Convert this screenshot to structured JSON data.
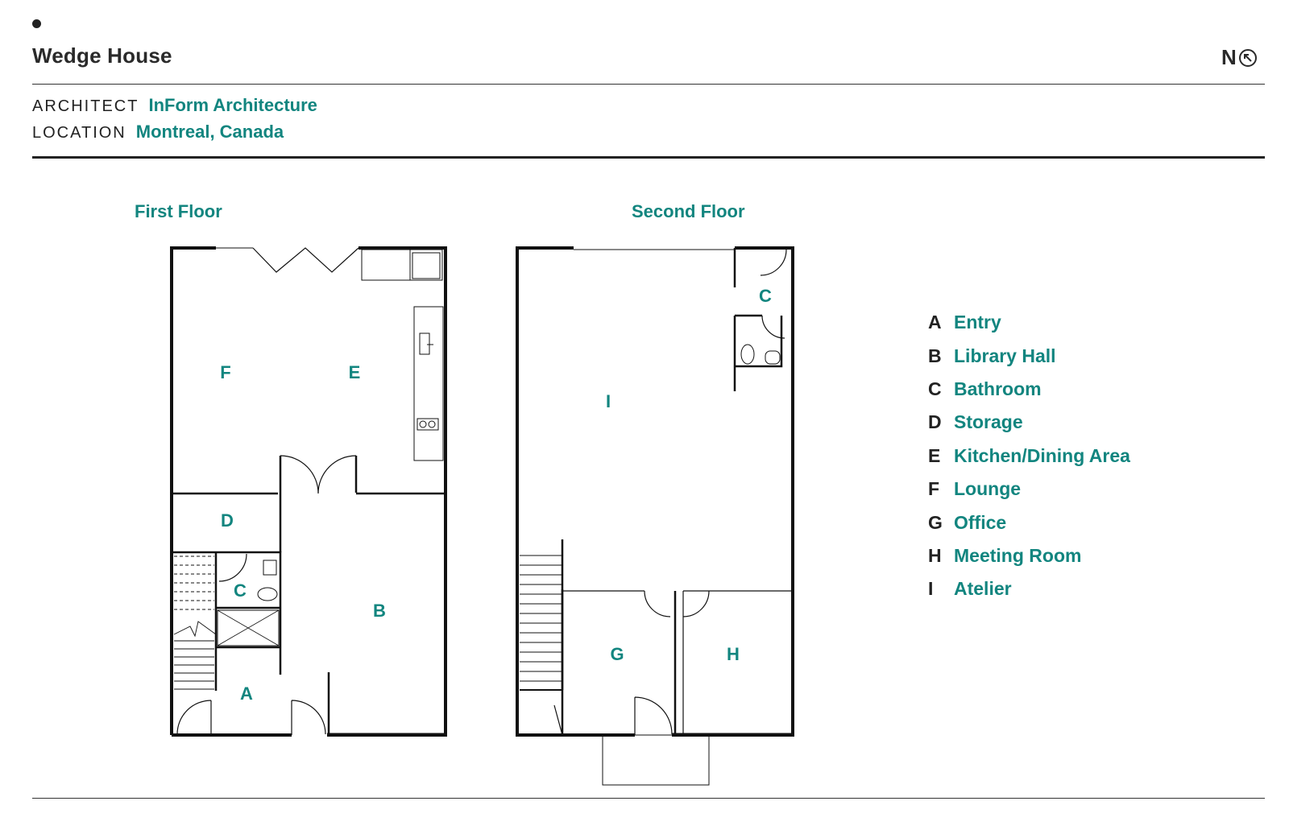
{
  "header": {
    "title": "Wedge House",
    "north_label": "N"
  },
  "meta": {
    "architect_label": "ARCHITECT",
    "architect_value": "InForm Architecture",
    "location_label": "LOCATION",
    "location_value": "Montreal, Canada"
  },
  "floors": {
    "first": {
      "title": "First Floor",
      "labels": {
        "F": "F",
        "E": "E",
        "D": "D",
        "C": "C",
        "B": "B",
        "A": "A"
      }
    },
    "second": {
      "title": "Second Floor",
      "labels": {
        "C": "C",
        "I": "I",
        "G": "G",
        "H": "H"
      }
    }
  },
  "legend": [
    {
      "letter": "A",
      "name": "Entry"
    },
    {
      "letter": "B",
      "name": "Library Hall"
    },
    {
      "letter": "C",
      "name": "Bathroom"
    },
    {
      "letter": "D",
      "name": "Storage"
    },
    {
      "letter": "E",
      "name": "Kitchen/Dining Area"
    },
    {
      "letter": "F",
      "name": "Lounge"
    },
    {
      "letter": "G",
      "name": "Office"
    },
    {
      "letter": "H",
      "name": "Meeting Room"
    },
    {
      "letter": "I",
      "name": "Atelier"
    }
  ],
  "colors": {
    "accent": "#12857f",
    "ink": "#222222"
  }
}
